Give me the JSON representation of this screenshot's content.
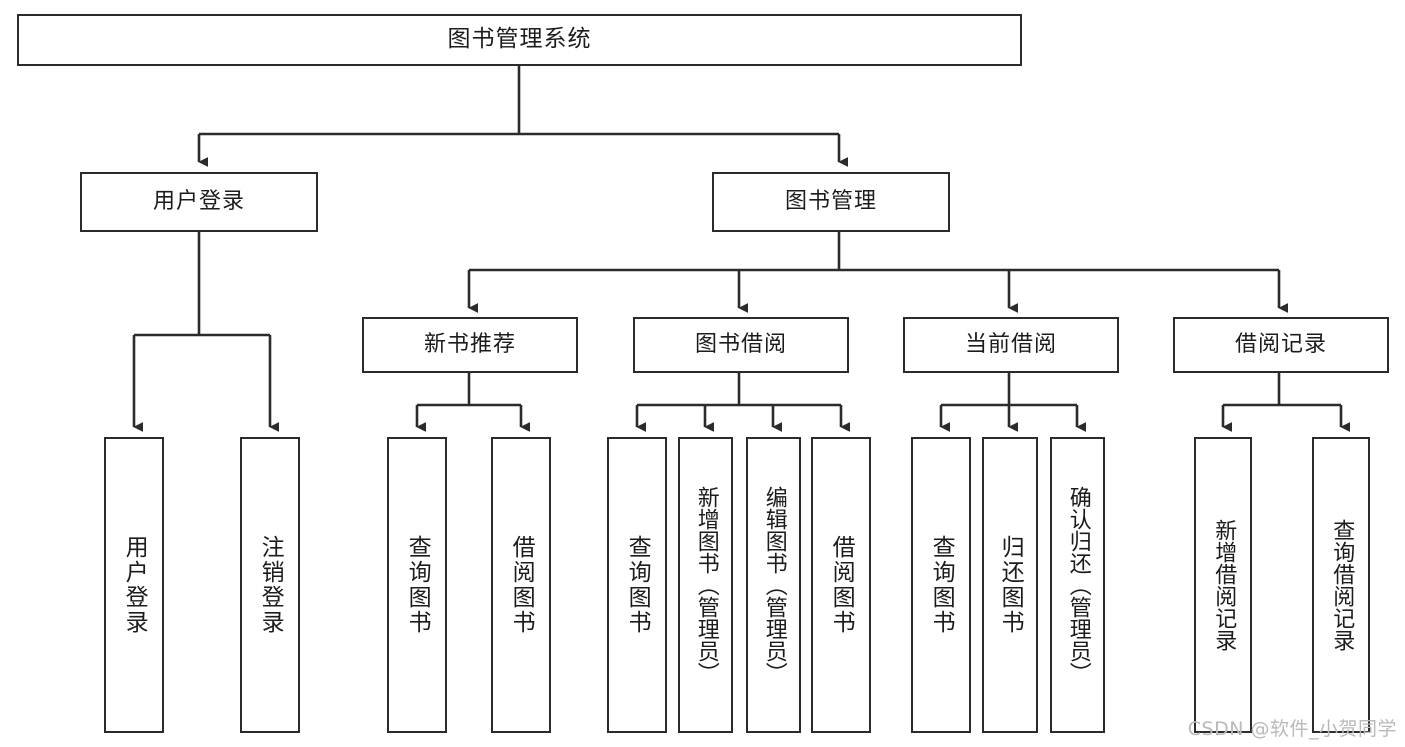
{
  "diagram": {
    "title": "图书管理系统",
    "type": "tree-hierarchy",
    "root": {
      "label": "图书管理系统"
    },
    "level1": [
      {
        "label": "用户登录"
      },
      {
        "label": "图书管理"
      }
    ],
    "level2": [
      {
        "label": "新书推荐"
      },
      {
        "label": "图书借阅"
      },
      {
        "label": "当前借阅"
      },
      {
        "label": "借阅记录"
      }
    ],
    "leaves": {
      "user_login": [
        {
          "label": "用户登录"
        },
        {
          "label": "注销登录"
        }
      ],
      "new_book_recommend": [
        {
          "label": "查询图书"
        },
        {
          "label": "借阅图书"
        }
      ],
      "book_borrow": [
        {
          "label": "查询图书"
        },
        {
          "label": "新增图书（管理员）"
        },
        {
          "label": "编辑图书（管理员）"
        },
        {
          "label": "借阅图书"
        }
      ],
      "current_borrow": [
        {
          "label": "查询图书"
        },
        {
          "label": "归还图书"
        },
        {
          "label": "确认归还（管理员）"
        }
      ],
      "borrow_record": [
        {
          "label": "新增借阅记录"
        },
        {
          "label": "查询借阅记录"
        }
      ]
    }
  },
  "watermark": {
    "text": "CSDN @软件_小贺同学"
  },
  "colors": {
    "border": "#2b2b2b",
    "background": "#ffffff",
    "text": "#1c1c1c",
    "watermark": "#b9b9b9"
  }
}
